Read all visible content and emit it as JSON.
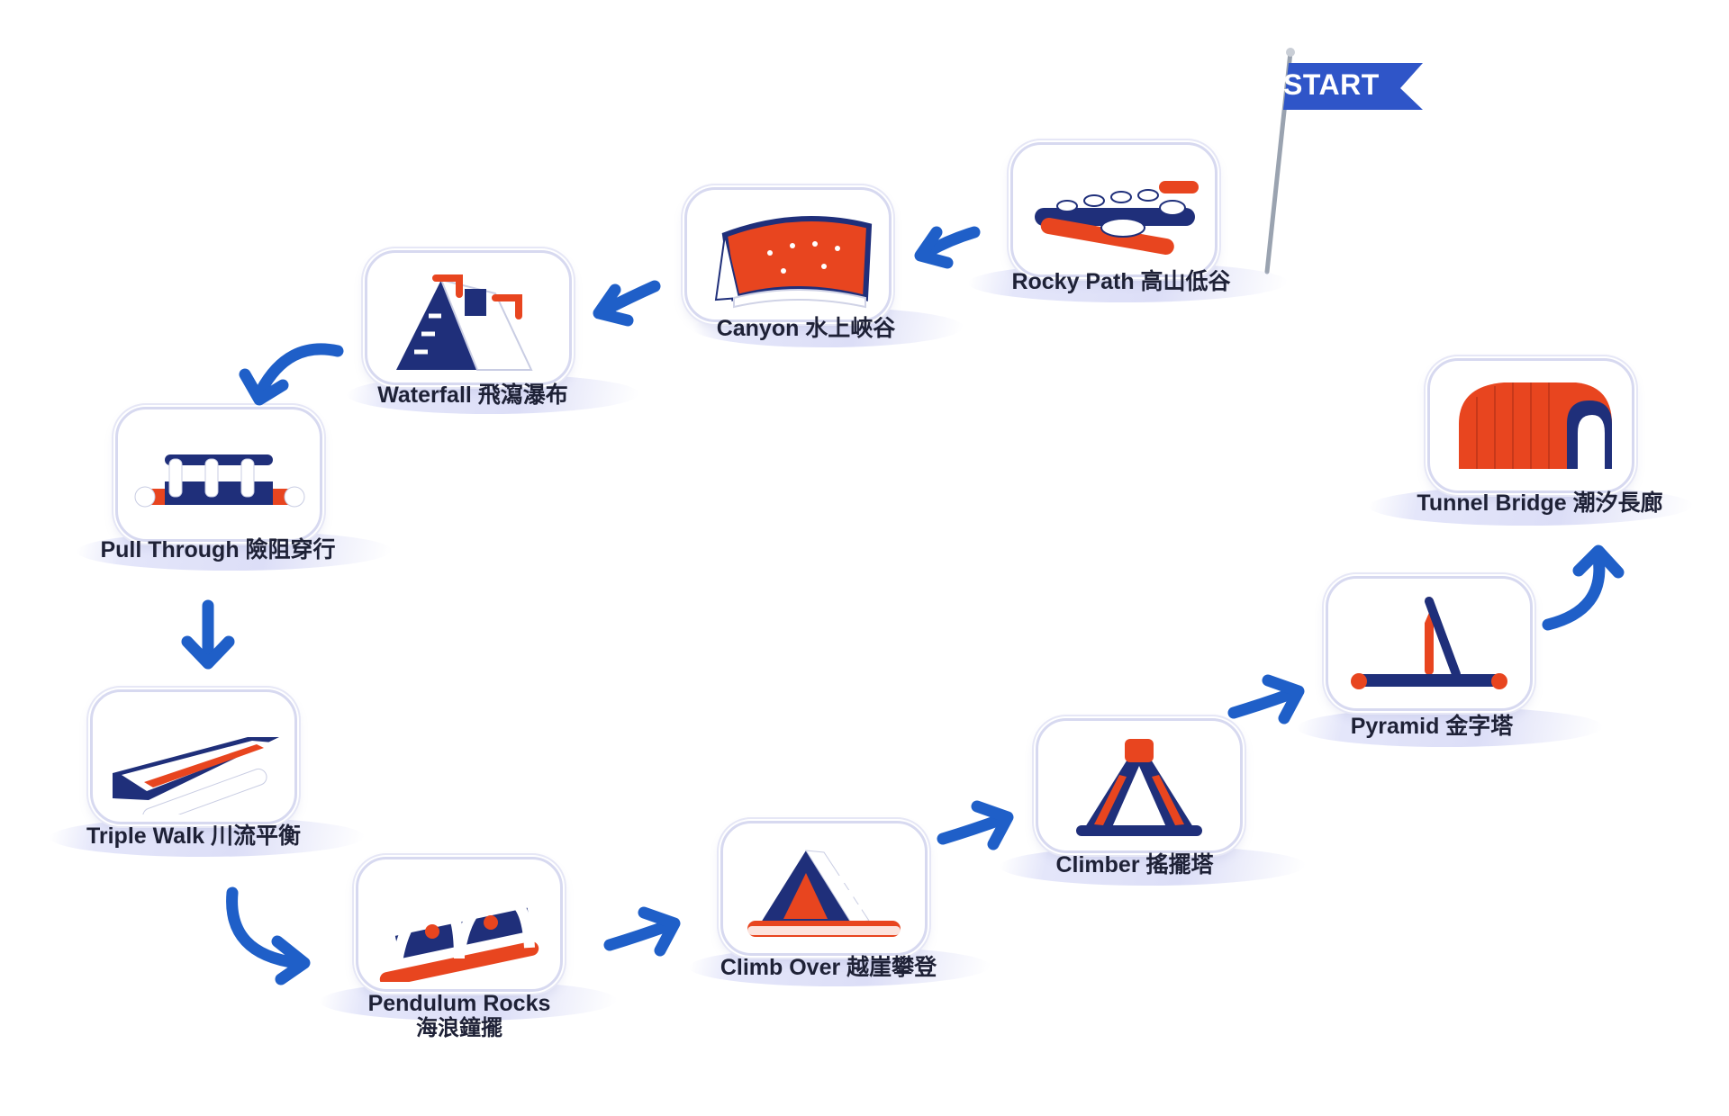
{
  "start_label": "START",
  "stations": [
    {
      "id": "rocky-path",
      "label": "Rocky Path 高山低谷",
      "image": "inflatable-rocky-path"
    },
    {
      "id": "canyon",
      "label": "Canyon 水上峽谷",
      "image": "inflatable-canyon-wall"
    },
    {
      "id": "waterfall",
      "label": "Waterfall 飛瀉瀑布",
      "image": "inflatable-waterfall-slide"
    },
    {
      "id": "pull-through",
      "label": "Pull Through 險阻穿行",
      "image": "inflatable-pull-through"
    },
    {
      "id": "triple-walk",
      "label": "Triple Walk 川流平衡",
      "image": "inflatable-triple-walk"
    },
    {
      "id": "pendulum-rocks",
      "label": "Pendulum Rocks",
      "label_line2": "海浪鐘擺",
      "image": "inflatable-pendulum-rocks"
    },
    {
      "id": "climb-over",
      "label": "Climb Over 越崖攀登",
      "image": "inflatable-climb-over"
    },
    {
      "id": "climber",
      "label": "Climber 搖擺塔",
      "image": "inflatable-climber"
    },
    {
      "id": "pyramid",
      "label": "Pyramid 金字塔",
      "image": "inflatable-pyramid"
    },
    {
      "id": "tunnel-bridge",
      "label": "Tunnel Bridge 潮汐長廊",
      "image": "inflatable-tunnel-bridge"
    }
  ],
  "colors": {
    "navy": "#1f2f7a",
    "orange": "#e8451f",
    "white": "#ffffff",
    "arrow": "#1f5fc8",
    "flag": "#2f55c8"
  }
}
